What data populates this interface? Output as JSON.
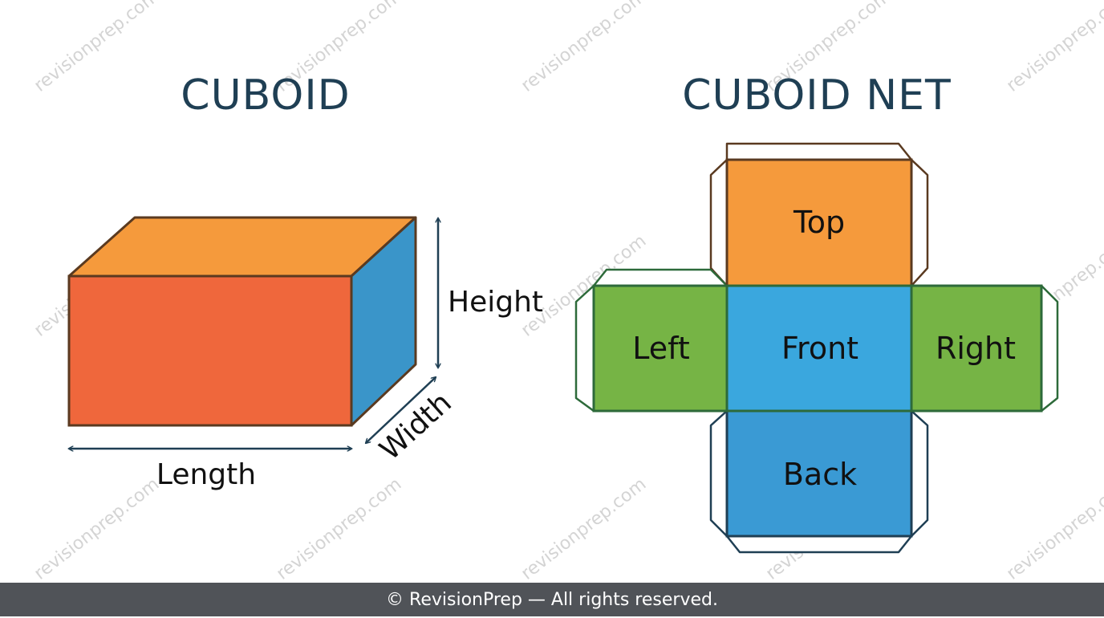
{
  "titles": {
    "cuboid": "CUBOID",
    "net": "CUBOID NET"
  },
  "dimensions": {
    "height": "Height",
    "width": "Width",
    "length": "Length"
  },
  "net_faces": {
    "top": "Top",
    "left": "Left",
    "front": "Front",
    "right": "Right",
    "back": "Back"
  },
  "watermark": "revisionprep.com",
  "footer": "© RevisionPrep — All rights reserved.",
  "colors": {
    "title": "#1f3f54",
    "front_face": "#ef673c",
    "top_face": "#f59a3c",
    "side_face": "#3a95c9",
    "net_top": "#f59a3c",
    "net_sides": "#76b445",
    "net_front": "#3aa7de",
    "net_back": "#3a9ad4",
    "outline": "#5a3a20",
    "green_outline": "#2d6a3a",
    "navy_outline": "#1f3f54",
    "arrow": "#1f3f54",
    "footer_bg": "#505358"
  }
}
